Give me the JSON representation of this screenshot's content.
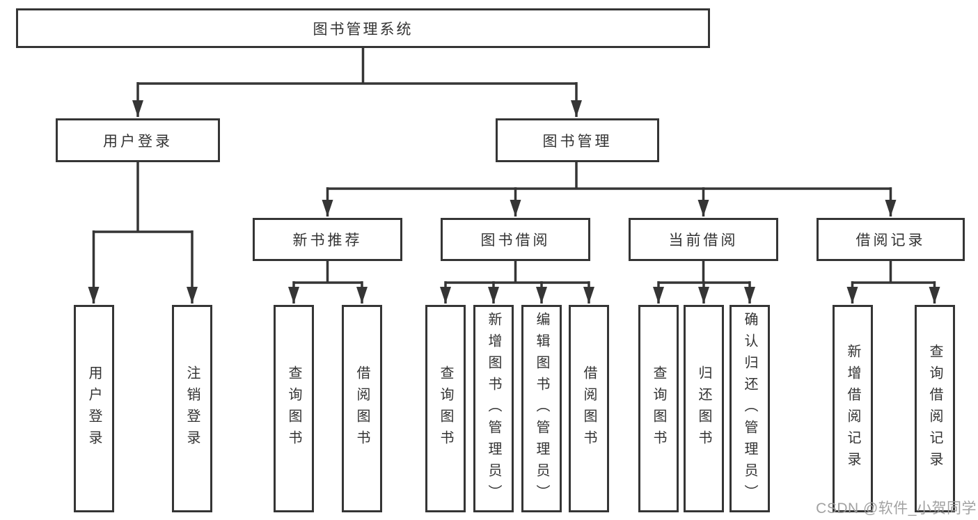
{
  "tree": {
    "label": "图书管理系统",
    "children": [
      {
        "label": "用户登录",
        "children": [
          {
            "label": "用户登录"
          },
          {
            "label": "注销登录"
          }
        ]
      },
      {
        "label": "图书管理",
        "children": [
          {
            "label": "新书推荐",
            "children": [
              {
                "label": "查询图书"
              },
              {
                "label": "借阅图书"
              }
            ]
          },
          {
            "label": "图书借阅",
            "children": [
              {
                "label": "查询图书"
              },
              {
                "label": "新增图书（管理员）"
              },
              {
                "label": "编辑图书（管理员）"
              },
              {
                "label": "借阅图书"
              }
            ]
          },
          {
            "label": "当前借阅",
            "children": [
              {
                "label": "查询图书"
              },
              {
                "label": "归还图书"
              },
              {
                "label": "确认归还（管理员）"
              }
            ]
          },
          {
            "label": "借阅记录",
            "children": [
              {
                "label": "新增借阅记录"
              },
              {
                "label": "查询借阅记录"
              }
            ]
          }
        ]
      }
    ]
  },
  "watermark": {
    "text": "CSDN @软件_小贺同学"
  },
  "colors": {
    "line": "#353535",
    "box_border": "#353535",
    "box_fill": "#ffffff",
    "text": "#333333",
    "watermark": "#9d9d9d",
    "background": "#ffffff"
  }
}
